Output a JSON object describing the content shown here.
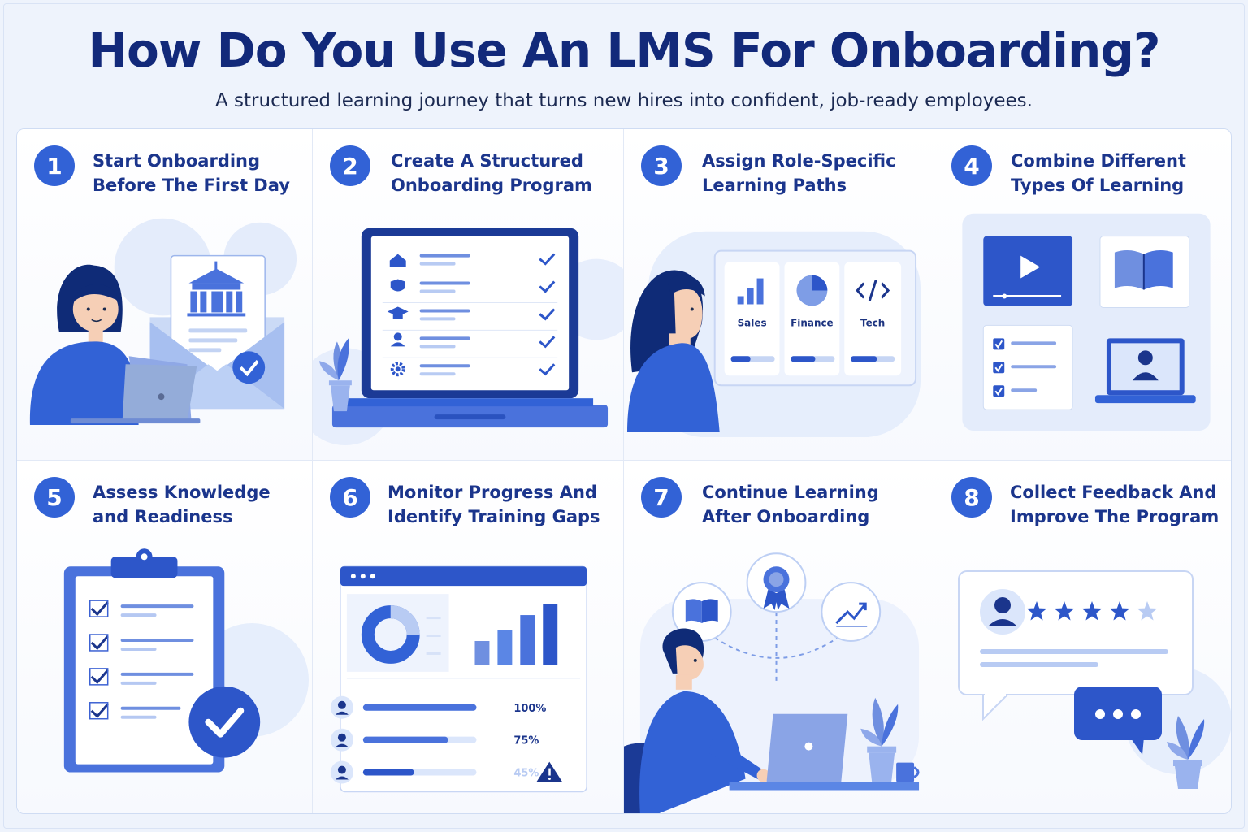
{
  "header": {
    "title": "How Do You Use An LMS For Onboarding?",
    "subtitle": "A structured learning journey that turns new hires into confident, job-ready employees."
  },
  "colors": {
    "primary": "#3262d6",
    "dark": "#12297a",
    "light": "#dbe6fb",
    "accent": "#5b86e5"
  },
  "steps": [
    {
      "number": "1",
      "title_line1": "Start Onboarding",
      "title_line2": "Before The First Day",
      "icon": "envelope-icon"
    },
    {
      "number": "2",
      "title_line1": "Create A Structured",
      "title_line2": "Onboarding Program",
      "icon": "laptop-checklist-icon"
    },
    {
      "number": "3",
      "title_line1": "Assign Role-Specific",
      "title_line2": "Learning Paths",
      "icon": "role-cards-icon",
      "paths": [
        "Sales",
        "Finance",
        "Tech"
      ]
    },
    {
      "number": "4",
      "title_line1": "Combine Different",
      "title_line2": "Types Of Learning",
      "icon": "media-grid-icon"
    },
    {
      "number": "5",
      "title_line1": "Assess Knowledge",
      "title_line2": "and Readiness",
      "icon": "clipboard-icon"
    },
    {
      "number": "6",
      "title_line1": "Monitor Progress And",
      "title_line2": "Identify Training Gaps",
      "icon": "dashboard-icon",
      "progress": [
        {
          "label": "100%",
          "value": 1.0
        },
        {
          "label": "75%",
          "value": 0.75
        },
        {
          "label": "45%",
          "value": 0.45
        }
      ]
    },
    {
      "number": "7",
      "title_line1": "Continue Learning",
      "title_line2": "After Onboarding",
      "icon": "growth-icon"
    },
    {
      "number": "8",
      "title_line1": "Collect Feedback And",
      "title_line2": "Improve The Program",
      "icon": "feedback-icon",
      "rating": {
        "filled": 4,
        "total": 5
      }
    }
  ]
}
